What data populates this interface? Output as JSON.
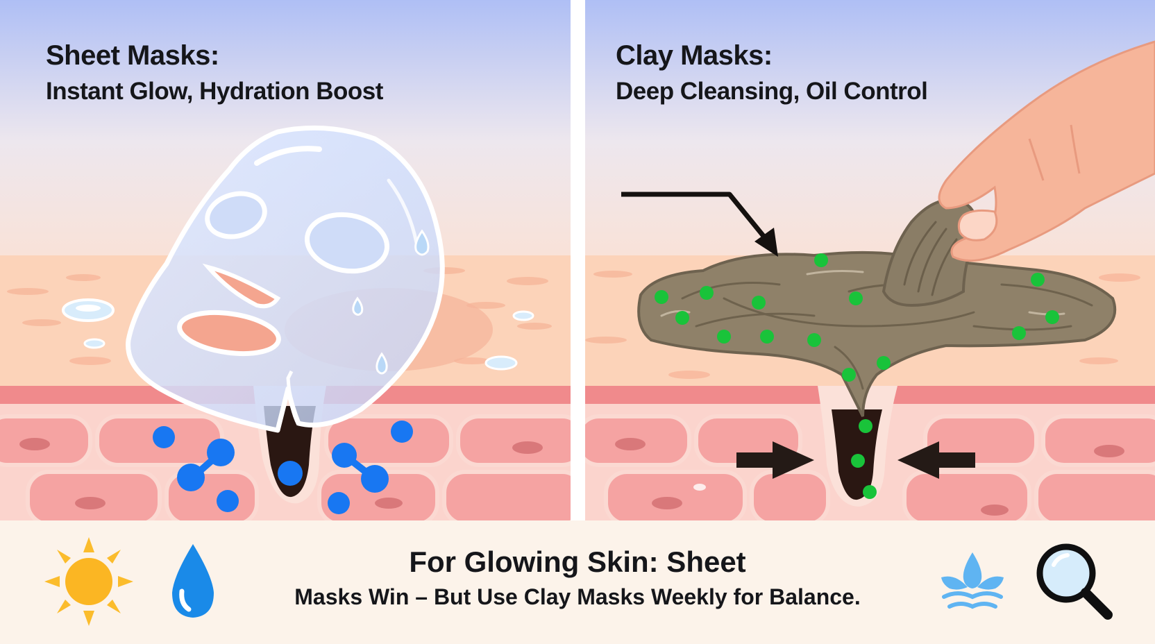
{
  "left_panel": {
    "title": "Sheet Masks:",
    "subtitle": "Instant Glow, Hydration Boost"
  },
  "right_panel": {
    "title": "Clay Masks:",
    "subtitle": "Deep Cleansing, Oil Control"
  },
  "footer": {
    "line1": "For Glowing Skin: Sheet",
    "line2": "Masks Win – But Use Clay Masks Weekly for Balance."
  },
  "icons": [
    "sun-icon",
    "water-drop-icon",
    "water-lotus-icon",
    "magnifier-icon"
  ],
  "colors": {
    "sky_top": "#b3c2f4",
    "skin": "#fcd3b9",
    "tissue": "#f5a7a5",
    "hydration_blue": "#1877f2",
    "clay": "#8f8169",
    "impurity_green": "#19c33a"
  }
}
